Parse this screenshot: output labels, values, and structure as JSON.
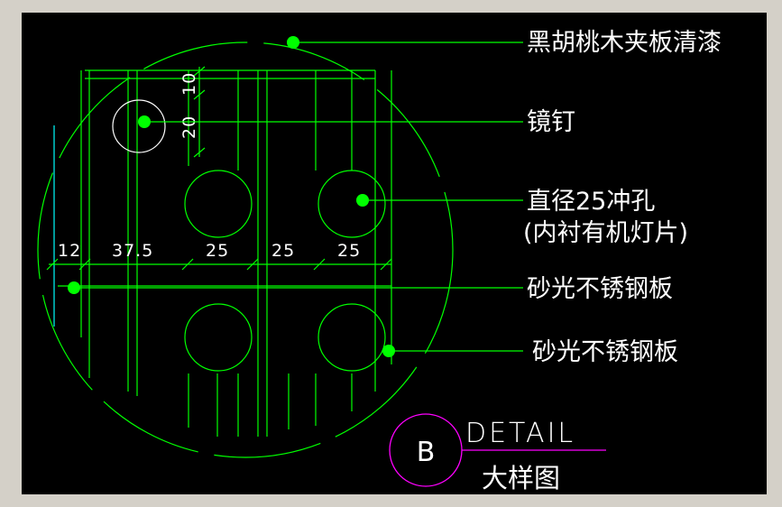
{
  "labels": {
    "surface_finish": "黑胡桃木夹板清漆",
    "mirror_nail": "镜钉",
    "punched_hole_line1": "直径25冲孔",
    "punched_hole_line2": "(内衬有机灯片)",
    "sanded_steel_1": "砂光不锈钢板",
    "sanded_steel_2": "砂光不锈钢板"
  },
  "dimensions": {
    "horizontal": [
      "12",
      "37.5",
      "25",
      "25",
      "25"
    ],
    "vertical": [
      "10",
      "20"
    ]
  },
  "detail_tag": {
    "letter": "B",
    "title": "DETAIL",
    "subtitle": "大样图"
  },
  "colors": {
    "background": "#000000",
    "frame": "#d4d0c8",
    "linework": "#00ff00",
    "text": "#ffffff",
    "detail_circle": "#ff00ff",
    "accent_line": "#00ffff"
  }
}
